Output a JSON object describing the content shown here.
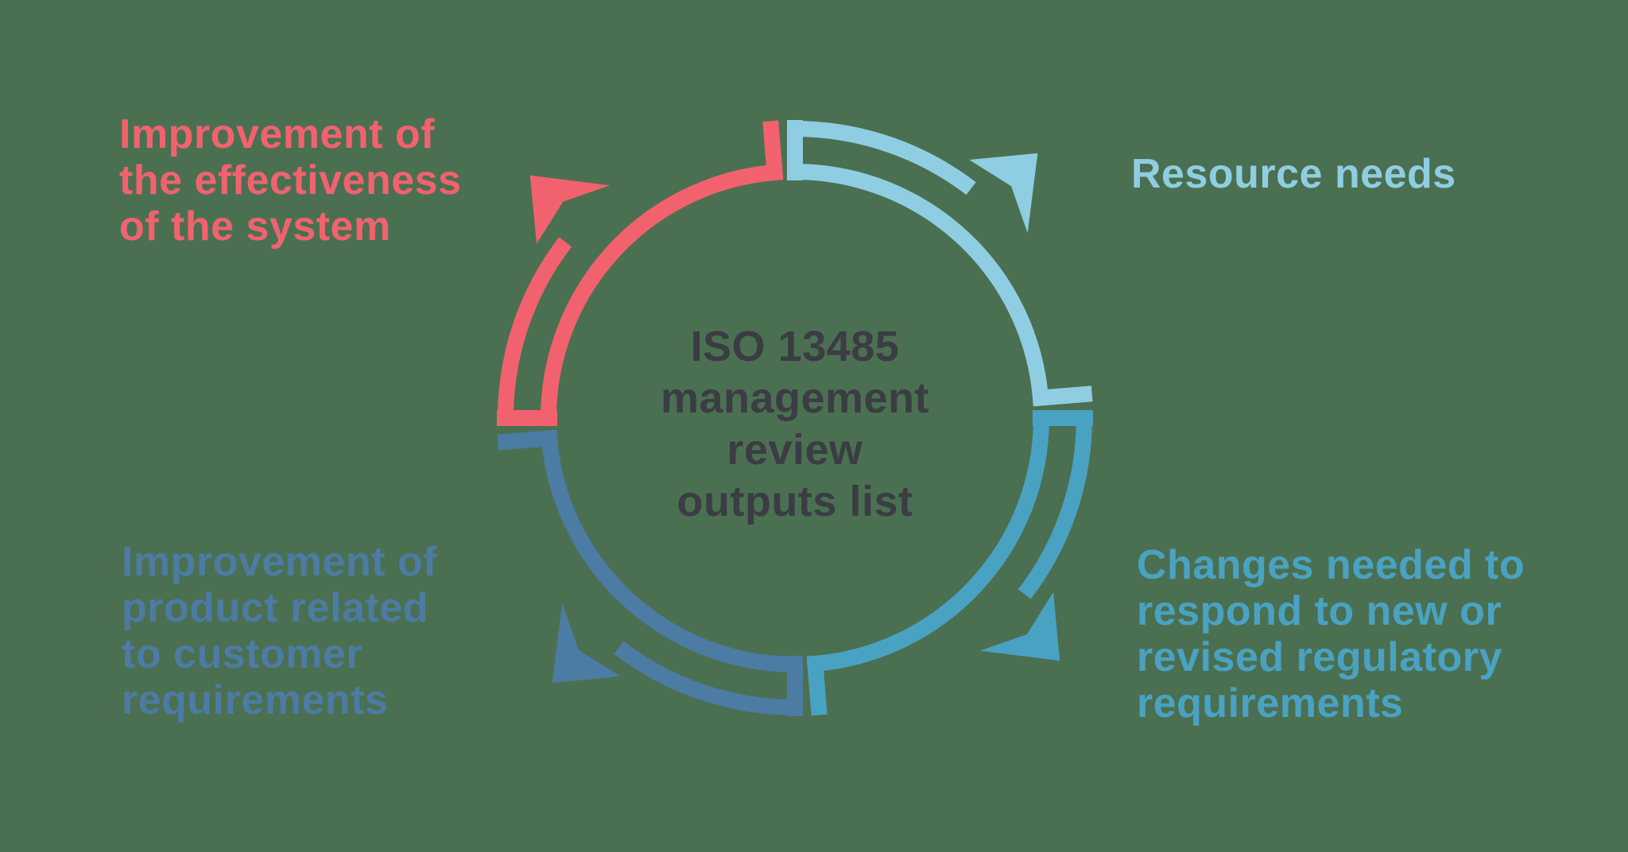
{
  "background_color": "#4A7051",
  "center": {
    "lines": [
      "ISO 13485",
      "management",
      "review",
      "outputs list"
    ],
    "color": "#3B3C44"
  },
  "labels": [
    {
      "id": "improvement-effectiveness",
      "lines": [
        "Improvement of",
        "the effectiveness",
        "of the system"
      ],
      "color": "#F2626E"
    },
    {
      "id": "resource-needs",
      "lines": [
        "Resource needs"
      ],
      "color": "#8FCEE2"
    },
    {
      "id": "changes-regulatory",
      "lines": [
        "Changes needed to",
        "respond to new or",
        "revised regulatory",
        "requirements"
      ],
      "color": "#4AA2C3"
    },
    {
      "id": "improvement-product",
      "lines": [
        "Improvement of",
        "product related",
        "to customer",
        "requirements"
      ],
      "color": "#4C7BA4"
    }
  ],
  "arrows": [
    {
      "id": "red",
      "semantic": "improvement-of-effectiveness-arrow",
      "color": "#F2626E",
      "tail_bearing": 270
    },
    {
      "id": "light-blue",
      "semantic": "resource-needs-arrow",
      "color": "#8FCEE2",
      "tail_bearing": 0
    },
    {
      "id": "teal",
      "semantic": "changes-regulatory-arrow",
      "color": "#4AA2C3",
      "tail_bearing": 90
    },
    {
      "id": "dark-blue",
      "semantic": "improvement-of-product-arrow",
      "color": "#4C7BA4",
      "tail_bearing": 180
    }
  ]
}
